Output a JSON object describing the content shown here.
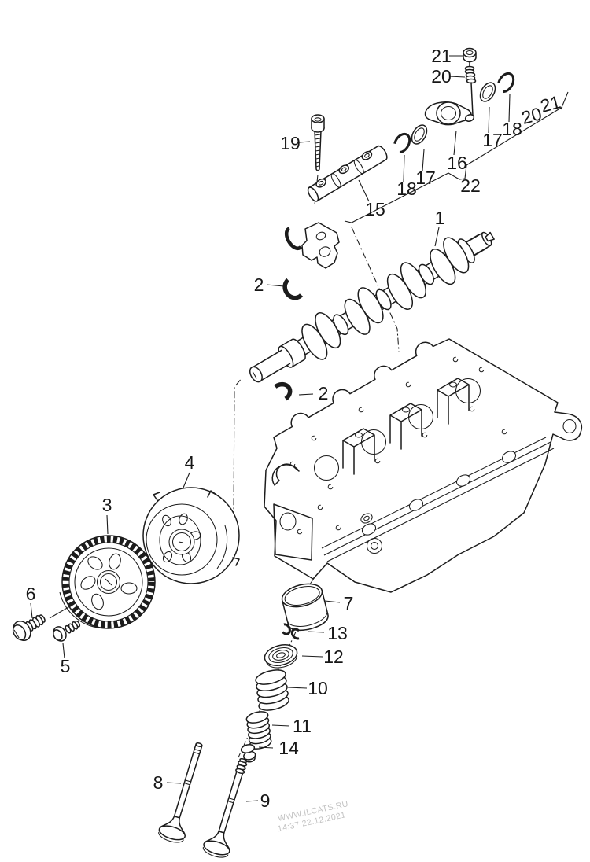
{
  "page": {
    "background": "#ffffff",
    "line_color": "#1c1c1c"
  },
  "diagram": {
    "watermark": {
      "site": "WWW.ILCATS.RU",
      "timestamp": "14:37 22.12.2021",
      "color": "#c2c2c2"
    },
    "callouts": [
      {
        "label": "1"
      },
      {
        "label": "2"
      },
      {
        "label": "2"
      },
      {
        "label": "3"
      },
      {
        "label": "4"
      },
      {
        "label": "5"
      },
      {
        "label": "6"
      },
      {
        "label": "7"
      },
      {
        "label": "8"
      },
      {
        "label": "9"
      },
      {
        "label": "10"
      },
      {
        "label": "11"
      },
      {
        "label": "12"
      },
      {
        "label": "13"
      },
      {
        "label": "14"
      },
      {
        "label": "15"
      },
      {
        "label": "16"
      },
      {
        "label": "17"
      },
      {
        "label": "17"
      },
      {
        "label": "18"
      },
      {
        "label": "18"
      },
      {
        "label": "19"
      },
      {
        "label": "20"
      },
      {
        "label": "21"
      },
      {
        "label": "20"
      },
      {
        "label": "21"
      },
      {
        "label": "22"
      }
    ]
  }
}
